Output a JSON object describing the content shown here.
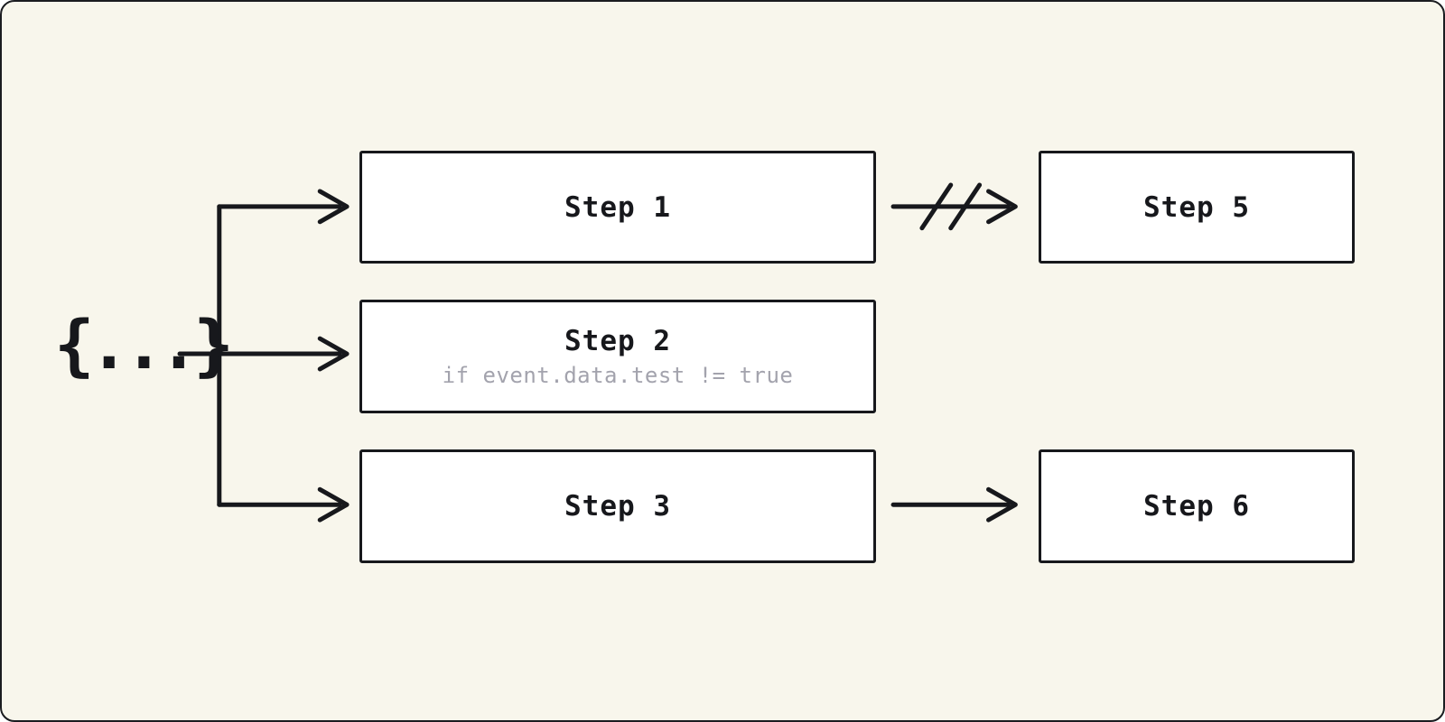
{
  "canvas": {
    "background": "#f8f6ec",
    "stroke_color": "#17181c",
    "node_background": "#ffffff",
    "condition_color": "#a3a3ad"
  },
  "source": {
    "label": "{...}"
  },
  "nodes": {
    "step1": {
      "label": "Step 1"
    },
    "step2": {
      "label": "Step 2",
      "condition": "if event.data.test != true"
    },
    "step3": {
      "label": "Step 3"
    },
    "step5": {
      "label": "Step 5"
    },
    "step6": {
      "label": "Step 6"
    }
  },
  "edges": [
    {
      "from": "source",
      "to": "step1",
      "type": "arrow"
    },
    {
      "from": "source",
      "to": "step2",
      "type": "arrow"
    },
    {
      "from": "source",
      "to": "step3",
      "type": "arrow"
    },
    {
      "from": "step1",
      "to": "step5",
      "type": "cancelled-arrow"
    },
    {
      "from": "step3",
      "to": "step6",
      "type": "arrow"
    }
  ]
}
